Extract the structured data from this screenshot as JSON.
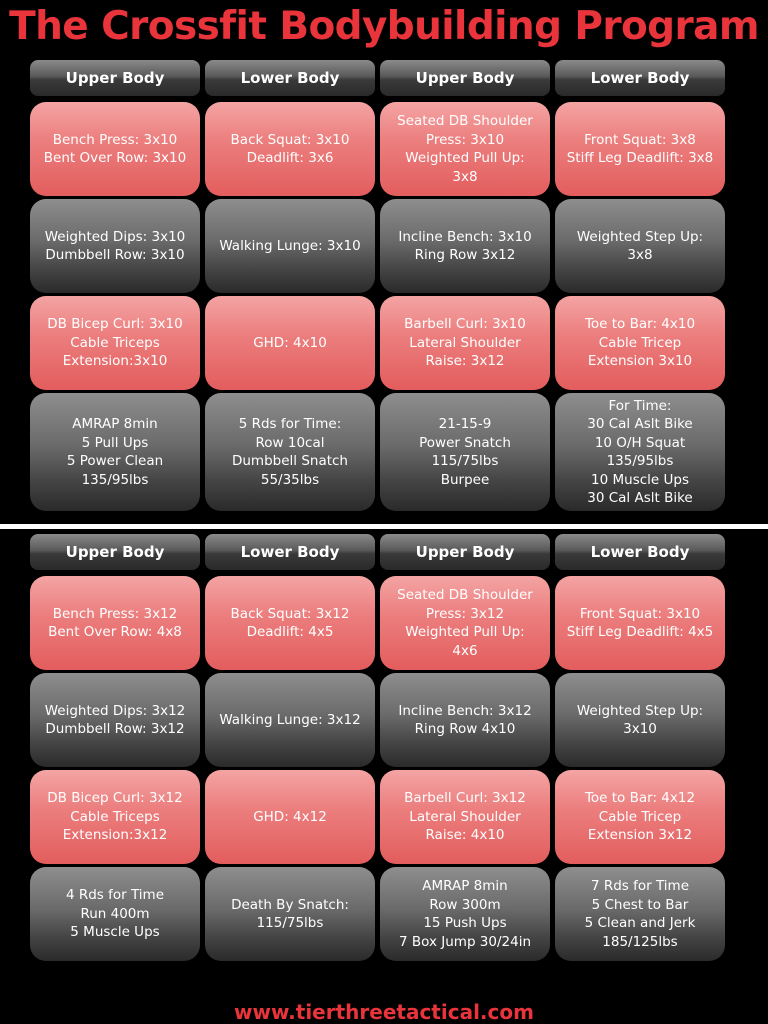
{
  "title": "The Crossfit Bodybuilding Program",
  "footer": "www.tierthreetactical.com",
  "colors": {
    "title": "#e8343a",
    "red_cell": "#ec7f7f",
    "gray_cell": "#555555",
    "background": "#000000"
  },
  "weeks": [
    {
      "headers": [
        "Upper Body",
        "Lower Body",
        "Upper Body",
        "Lower Body"
      ],
      "rows": [
        [
          "Bench Press: 3x10\nBent Over Row: 3x10",
          "Back Squat: 3x10\nDeadlift: 3x6",
          "Seated DB Shoulder\nPress: 3x10\nWeighted Pull Up:\n3x8",
          "Front Squat: 3x8\nStiff Leg Deadlift: 3x8"
        ],
        [
          "Weighted Dips: 3x10\nDumbbell Row: 3x10",
          "Walking Lunge: 3x10",
          "Incline Bench: 3x10\nRing Row 3x12",
          "Weighted Step Up:\n3x8"
        ],
        [
          "DB Bicep Curl: 3x10\nCable Triceps\nExtension:3x10",
          "GHD: 4x10",
          "Barbell Curl: 3x10\nLateral Shoulder\nRaise: 3x12",
          "Toe to Bar: 4x10\nCable Tricep\nExtension 3x10"
        ],
        [
          "AMRAP 8min\n5 Pull Ups\n5 Power Clean\n135/95lbs",
          "5 Rds for Time:\nRow 10cal\nDumbbell Snatch\n55/35lbs",
          "21-15-9\nPower Snatch\n115/75lbs\nBurpee",
          "For Time:\n30 Cal Aslt Bike\n10 O/H Squat\n135/95lbs\n10 Muscle Ups\n30 Cal Aslt Bike"
        ]
      ]
    },
    {
      "headers": [
        "Upper Body",
        "Lower Body",
        "Upper Body",
        "Lower Body"
      ],
      "rows": [
        [
          "Bench Press: 3x12\nBent Over Row: 4x8",
          "Back Squat: 3x12\nDeadlift: 4x5",
          "Seated DB Shoulder\nPress: 3x12\nWeighted Pull Up:\n4x6",
          "Front Squat: 3x10\nStiff Leg Deadlift: 4x5"
        ],
        [
          "Weighted Dips: 3x12\nDumbbell Row: 3x12",
          "Walking Lunge: 3x12",
          "Incline Bench: 3x12\nRing Row 4x10",
          "Weighted Step Up:\n3x10"
        ],
        [
          "DB Bicep Curl: 3x12\nCable Triceps\nExtension:3x12",
          "GHD: 4x12",
          "Barbell Curl: 3x12\nLateral Shoulder\nRaise: 4x10",
          "Toe to Bar: 4x12\nCable Tricep\nExtension 3x12"
        ],
        [
          "4 Rds for Time\nRun 400m\n5 Muscle Ups",
          "Death By Snatch:\n115/75lbs",
          "AMRAP 8min\nRow 300m\n15 Push Ups\n7 Box Jump 30/24in",
          "7 Rds for Time\n5 Chest to Bar\n5 Clean and Jerk\n185/125lbs"
        ]
      ]
    }
  ]
}
